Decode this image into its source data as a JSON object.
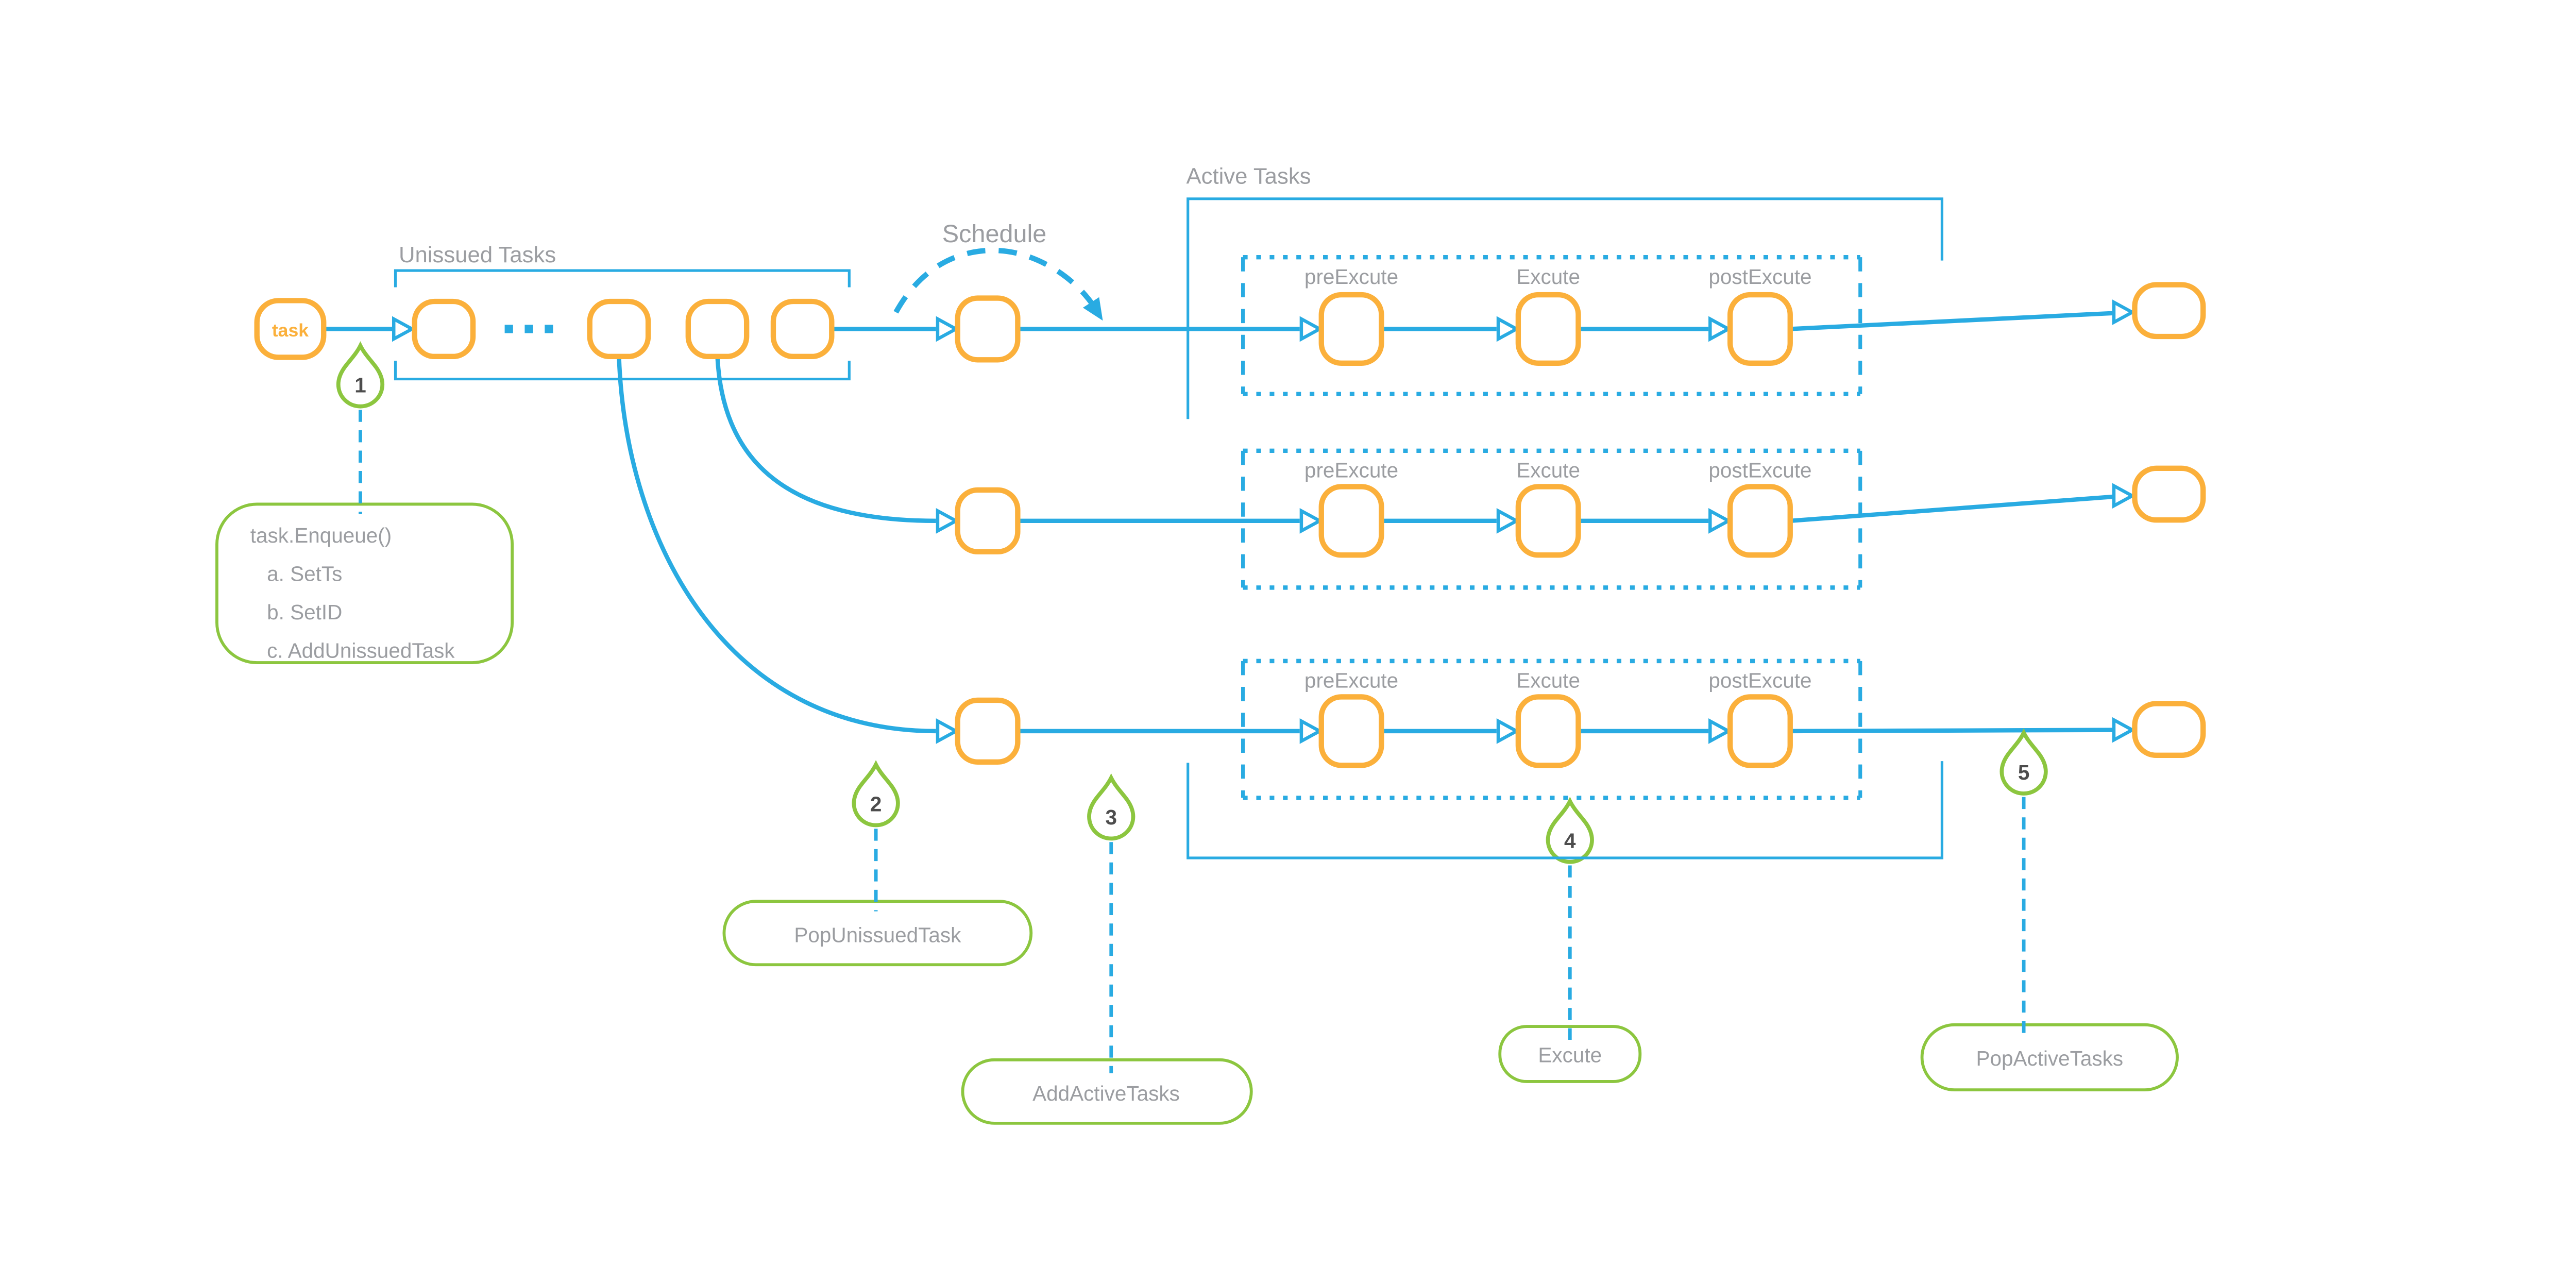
{
  "entry": {
    "task_label": "task"
  },
  "unissued_queue": {
    "label": "Unissued Tasks"
  },
  "schedule": {
    "label": "Schedule"
  },
  "active_tasks": {
    "label": "Active Tasks",
    "lanes": [
      {
        "stages": [
          "preExcute",
          "Excute",
          "postExcute"
        ]
      },
      {
        "stages": [
          "preExcute",
          "Excute",
          "postExcute"
        ]
      },
      {
        "stages": [
          "preExcute",
          "Excute",
          "postExcute"
        ]
      }
    ]
  },
  "steps": [
    {
      "number": "1",
      "label": "task.Enqueue()",
      "sub_items": [
        "a. SetTs",
        "b. SetID",
        "c. AddUnissuedTask"
      ]
    },
    {
      "number": "2",
      "label": "PopUnissuedTask",
      "sub_items": []
    },
    {
      "number": "3",
      "label": "AddActiveTasks",
      "sub_items": []
    },
    {
      "number": "4",
      "label": "Excute",
      "sub_items": []
    },
    {
      "number": "5",
      "label": "PopActiveTasks",
      "sub_items": []
    }
  ],
  "icons": {
    "queue_ellipsis": "ellipsis-dots",
    "step_marker": "teardrop-pin"
  },
  "colors": {
    "flow_blue": "#29ABE2",
    "node_orange": "#FBB03B",
    "annotation_green": "#8CC63F",
    "label_gray": "#9B9DA1",
    "step_number": "#4D4D4D"
  }
}
